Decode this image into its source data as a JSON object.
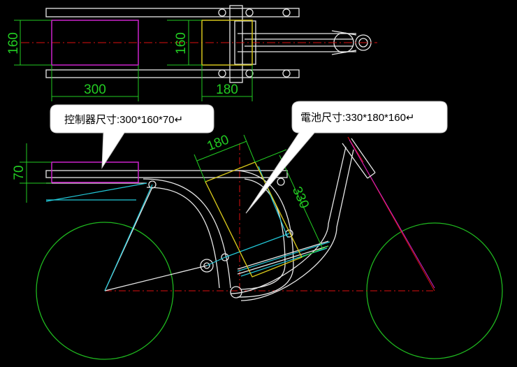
{
  "dimensions": {
    "top_view_left_height": "160",
    "top_view_right_height": "160",
    "controller_width": "300",
    "battery_width": "180",
    "controller_height": "70",
    "battery_side_width": "180",
    "battery_side_length": "330"
  },
  "callouts": {
    "controller": "控制器尺寸:300*160*70↵",
    "battery": "電池尺寸:330*180*160↵"
  },
  "colors": {
    "background": "#000000",
    "frame": "#e8e8e8",
    "dimension": "#22cc22",
    "wheel": "#1fb81f",
    "controller": "#cc22cc",
    "battery": "#d4c41a",
    "centerline": "#dd1111",
    "construction": "#22c8d8",
    "callout_fill": "#ffffff"
  }
}
